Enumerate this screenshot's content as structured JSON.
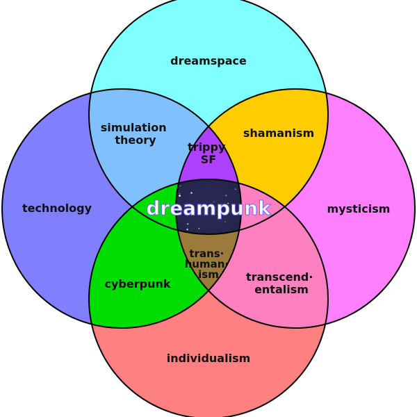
{
  "diagram": {
    "center_label": "dreampunk",
    "circles": [
      {
        "name": "top-circle",
        "color": "#80ffff"
      },
      {
        "name": "left-circle",
        "color": "#8080ff"
      },
      {
        "name": "right-circle",
        "color": "#ff80ff"
      },
      {
        "name": "bottom-circle",
        "color": "#ff8080"
      }
    ],
    "regions": {
      "top": {
        "lines": [
          "dreamspace"
        ]
      },
      "left": {
        "lines": [
          "technology"
        ]
      },
      "right": {
        "lines": [
          "mysticism"
        ]
      },
      "bottom": {
        "lines": [
          "individualism"
        ]
      },
      "top_left": {
        "lines": [
          "simulation",
          "theory"
        ],
        "color": "#80c0ff"
      },
      "top_right": {
        "lines": [
          "shamanism"
        ],
        "color": "#ffcc00"
      },
      "bottom_left": {
        "lines": [
          "cyberpunk"
        ],
        "color": "#00dd00"
      },
      "bottom_right": {
        "lines": [
          "transcend·",
          "entalism"
        ],
        "color": "#ff80c0"
      },
      "top_middle": {
        "lines": [
          "trippy",
          "SF"
        ],
        "color": "#b040ff"
      },
      "bottom_middle": {
        "lines": [
          "trans·",
          "human·",
          "ism"
        ],
        "color": "#9a7b3c"
      }
    }
  }
}
